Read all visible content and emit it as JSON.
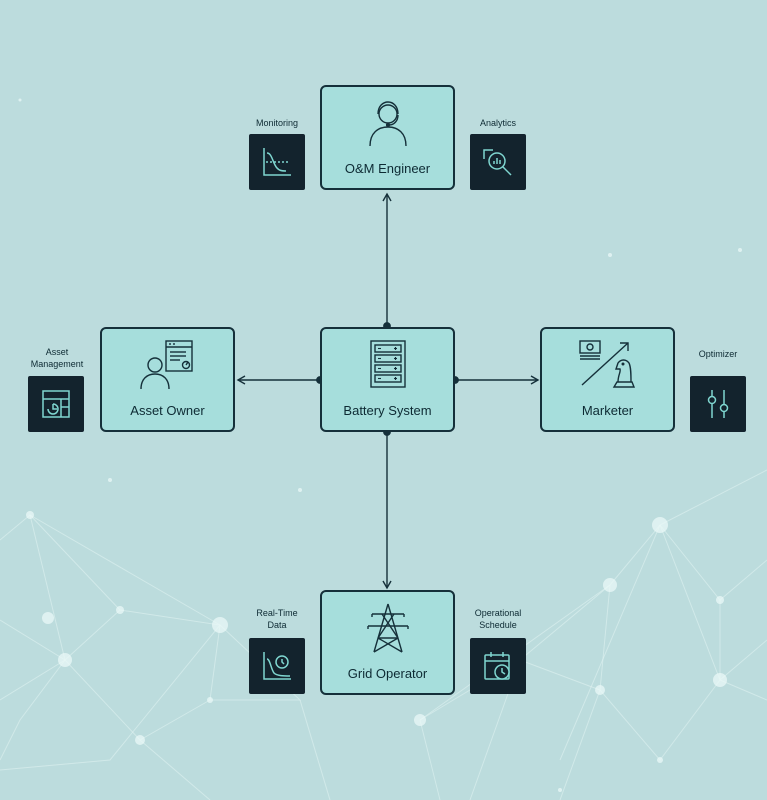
{
  "nodes": {
    "engineer": "O&M Engineer",
    "owner": "Asset Owner",
    "battery": "Battery System",
    "marketer": "Marketer",
    "grid": "Grid Operator"
  },
  "tools": {
    "monitoring": "Monitoring",
    "analytics": "Analytics",
    "asset_management_1": "Asset",
    "asset_management_2": "Management",
    "optimizer": "Optimizer",
    "realtime_1": "Real-Time",
    "realtime_2": "Data",
    "schedule_1": "Operational",
    "schedule_2": "Schedule"
  },
  "colors": {
    "background": "#bcdcdd",
    "node_fill": "#a6dedc",
    "node_border": "#15303a",
    "tool_fill": "#13232d",
    "tool_icon": "#7fd6d0"
  }
}
